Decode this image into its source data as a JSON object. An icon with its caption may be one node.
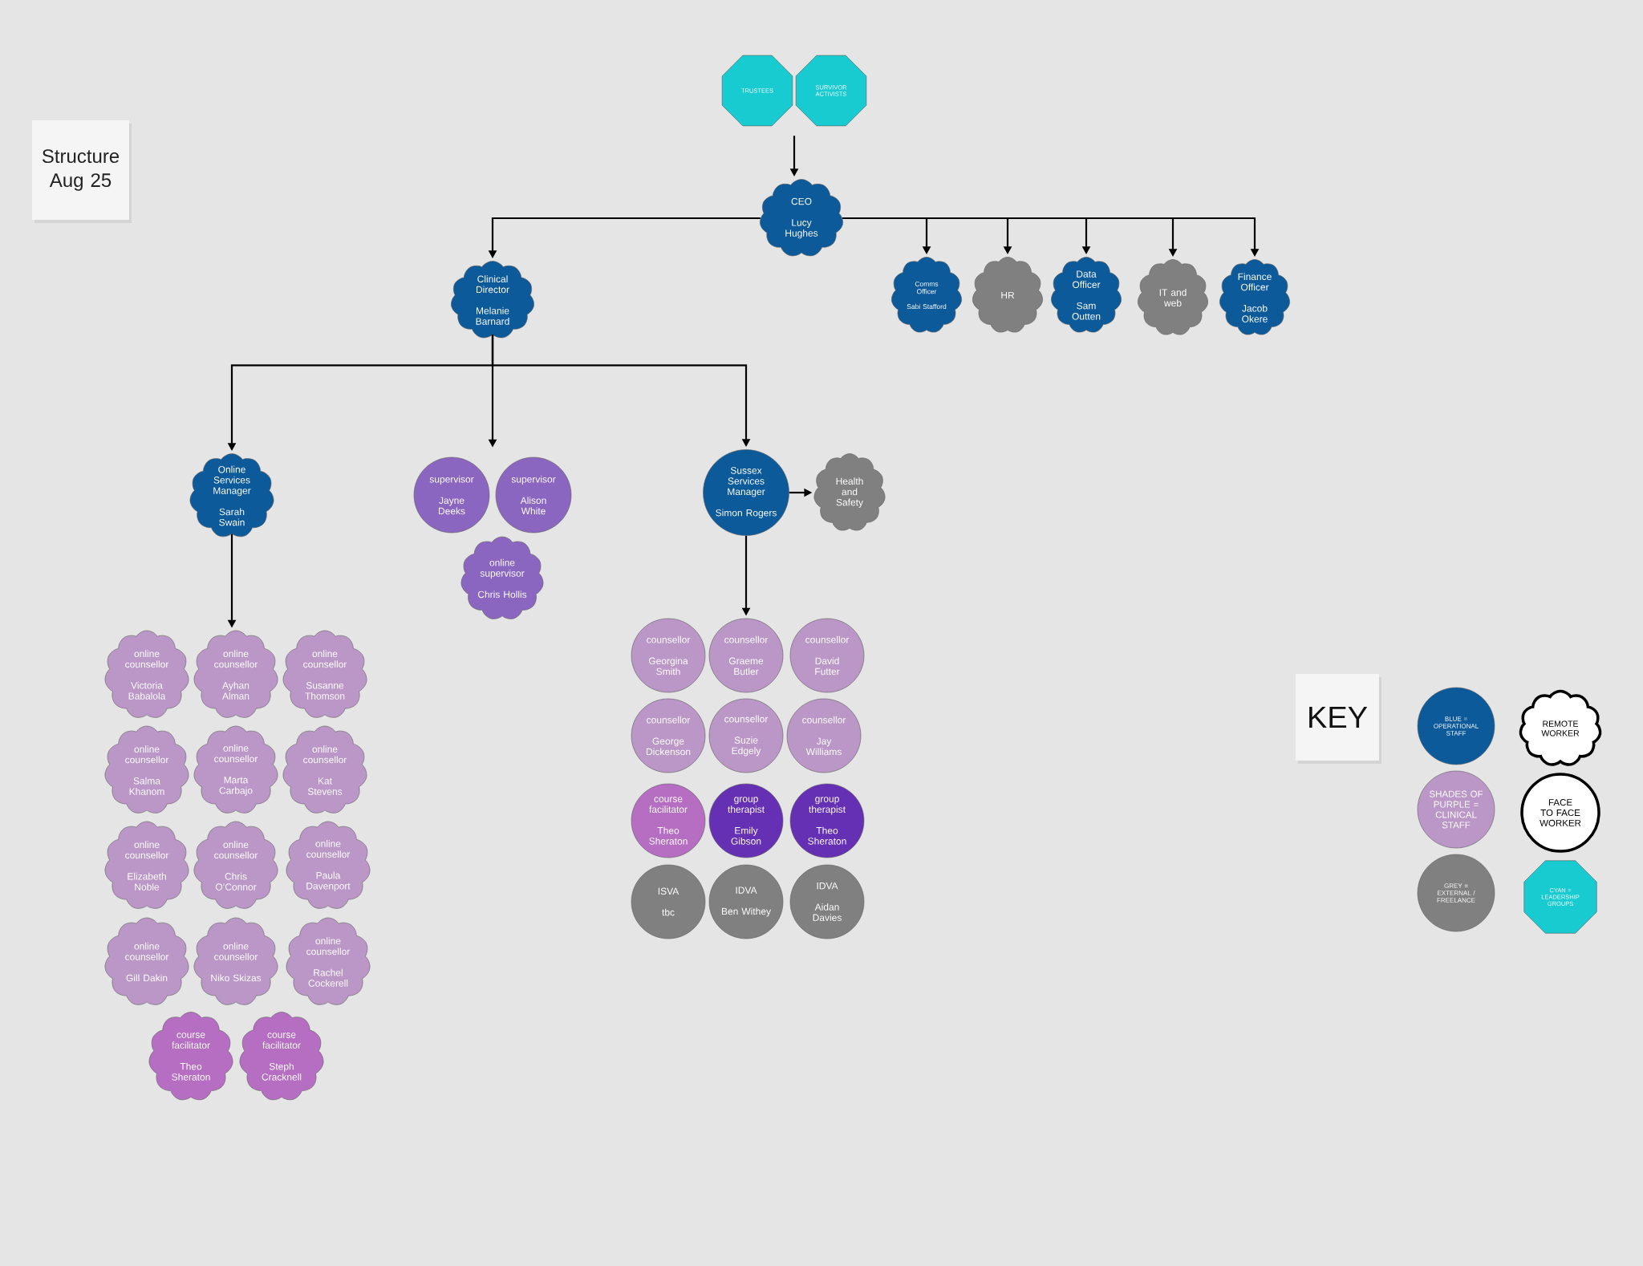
{
  "diagram": {
    "nodes": [
      {
        "text": [
          "Structure Aug 25"
        ]
      },
      {
        "text": [
          "TRUSTEES"
        ]
      },
      {
        "text": [
          "SURVIVOR ACTIVISTS"
        ]
      },
      {
        "text": [
          "CEO",
          "Lucy Hughes"
        ]
      },
      {
        "text": [
          "Clinical Director",
          "Melanie Barnard"
        ]
      },
      {
        "text": [
          "Comms Officer",
          "Sabi Stafford"
        ]
      },
      {
        "text": [
          "HR"
        ]
      },
      {
        "text": [
          "Data Officer",
          "Sam Outten"
        ]
      },
      {
        "text": [
          "IT and web"
        ]
      },
      {
        "text": [
          "Finance Officer",
          "Jacob Okere"
        ]
      },
      {
        "text": [
          "Online Services Manager",
          "Sarah Swain"
        ]
      },
      {
        "text": [
          "supervisor",
          "Jayne Deeks"
        ]
      },
      {
        "text": [
          "supervisor",
          "Alison White"
        ]
      },
      {
        "text": [
          "Sussex Services Manager",
          "Simon Rogers"
        ]
      },
      {
        "text": [
          "Health and Safety"
        ]
      },
      {
        "text": [
          "online supervisor",
          "Chris Hollis"
        ]
      },
      {
        "text": [
          "online counsellor",
          "Victoria Babalola"
        ]
      },
      {
        "text": [
          "online counsellor",
          "Ayhan Alman"
        ]
      },
      {
        "text": [
          "online counsellor",
          "Susanne Thomson"
        ]
      },
      {
        "text": [
          "online counsellor",
          "Salma Khanom"
        ]
      },
      {
        "text": [
          "online counsellor",
          "Marta Carbajo"
        ]
      },
      {
        "text": [
          "online counsellor",
          "Kat Stevens"
        ]
      },
      {
        "text": [
          "online counsellor",
          "Elizabeth Noble"
        ]
      },
      {
        "text": [
          "online counsellor",
          "Chris O’Connor"
        ]
      },
      {
        "text": [
          "online counsellor",
          "Paula Davenport"
        ]
      },
      {
        "text": [
          "online counsellor",
          "Gill Dakin"
        ]
      },
      {
        "text": [
          "online counsellor",
          "Niko Skizas"
        ]
      },
      {
        "text": [
          "online counsellor",
          "Rachel Cockerell"
        ]
      },
      {
        "text": [
          "course facilitator",
          "Theo Sheraton"
        ]
      },
      {
        "text": [
          "course facilitator",
          "Steph Cracknell"
        ]
      },
      {
        "text": [
          "counsellor",
          "Georgina Smith"
        ]
      },
      {
        "text": [
          "counsellor",
          "Graeme Butler"
        ]
      },
      {
        "text": [
          "counsellor",
          "David Futter"
        ]
      },
      {
        "text": [
          "counsellor",
          "George Dickenson"
        ]
      },
      {
        "text": [
          "counsellor",
          "Suzie Edgely"
        ]
      },
      {
        "text": [
          "counsellor",
          "Jay Williams"
        ]
      },
      {
        "text": [
          "course facilitator",
          "Theo Sheraton"
        ]
      },
      {
        "text": [
          "group therapist",
          "Emily Gibson"
        ]
      },
      {
        "text": [
          "group therapist",
          "Theo Sheraton"
        ]
      },
      {
        "text": [
          "ISVA",
          "tbc"
        ]
      },
      {
        "text": [
          "IDVA",
          "Ben Withey"
        ]
      },
      {
        "text": [
          "IDVA",
          "Aidan Davies"
        ]
      },
      {
        "text": [
          "KEY"
        ]
      }
    ],
    "edges": [
      {
        "from": 1,
        "to": 3,
        "arrow": "to"
      },
      {
        "from": 2,
        "to": 3,
        "arrow": "to"
      },
      {
        "from": 3,
        "to": 4,
        "arrow": "to"
      },
      {
        "from": 3,
        "to": 5,
        "arrow": "to"
      },
      {
        "from": 3,
        "to": 6,
        "arrow": "to"
      },
      {
        "from": 3,
        "to": 7,
        "arrow": "to"
      },
      {
        "from": 3,
        "to": 8,
        "arrow": "to"
      },
      {
        "from": 3,
        "to": 9,
        "arrow": "to"
      },
      {
        "from": 4,
        "to": 10,
        "arrow": "to"
      },
      {
        "from": 4,
        "to": 11,
        "arrow": "to"
      },
      {
        "from": 4,
        "to": 12,
        "arrow": "to"
      },
      {
        "from": 4,
        "to": 13,
        "arrow": "to"
      },
      {
        "from": 10,
        "to": 17,
        "arrow": "to"
      },
      {
        "from": 13,
        "to": 14,
        "arrow": "to"
      },
      {
        "from": 13,
        "to": 31,
        "arrow": "to"
      }
    ],
    "legend": [
      {
        "text": "BLUE = OPERATIONAL STAFF",
        "color": "#0d5a9a"
      },
      {
        "text": "REMOTE WORKER"
      },
      {
        "text": "SHADES OF PURPLE = CLINICAL STAFF",
        "color": "#bb97c7"
      },
      {
        "text": "FACE TO FACE WORKER"
      },
      {
        "text": "GREY = EXTERNAL / FREELANCE",
        "color": "#808080"
      },
      {
        "text": "CYAN = LEADERSHIP GROUPS",
        "color": "#17cbd1"
      }
    ]
  }
}
